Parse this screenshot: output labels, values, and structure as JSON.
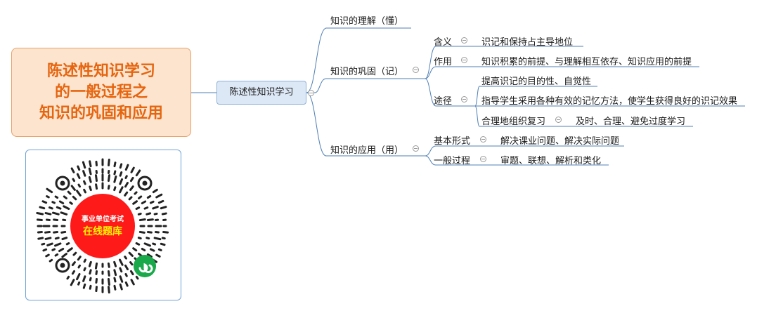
{
  "title": {
    "line1": "陈述性知识学习",
    "line2": "的一般过程之",
    "line3": "知识的巩固和应用"
  },
  "qr": {
    "badge_top": "事业单位考试",
    "badge_main": "在线题库"
  },
  "root": "陈述性知识学习",
  "branches": {
    "understand": "知识的理解（懂）",
    "consolidate": "知识的巩固（记）",
    "apply": "知识的应用（用）"
  },
  "consolidate": {
    "meaning_label": "含义",
    "meaning_value": "识记和保持占主导地位",
    "role_label": "作用",
    "role_value": "知识积累的前提、与理解相互依存、知识应用的前提",
    "path_label": "途径",
    "path_items": [
      "提高识记的目的性、自觉性",
      "指导学生采用各种有效的记忆方法，使学生获得良好的识记效果",
      "合理地组织复习"
    ],
    "review_value": "及时、合理、避免过度学习"
  },
  "apply": {
    "form_label": "基本形式",
    "form_value": "解决课业问题、解决实际问题",
    "process_label": "一般过程",
    "process_value": "审题、联想、解析和类化"
  }
}
